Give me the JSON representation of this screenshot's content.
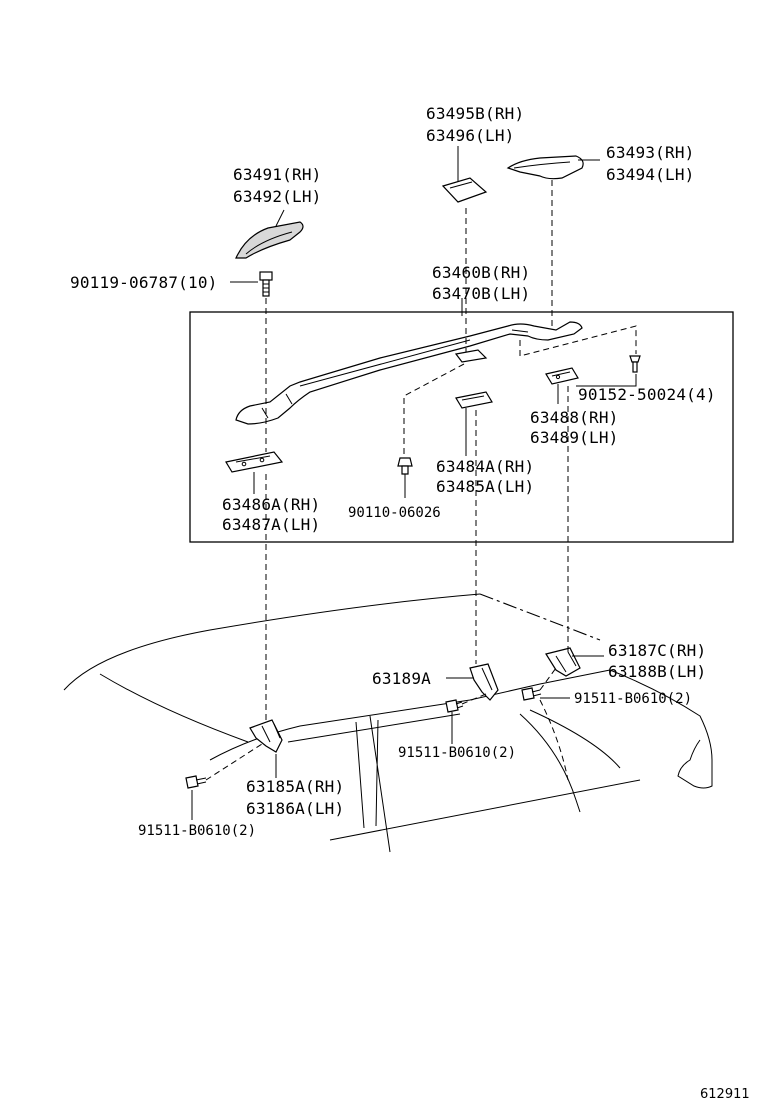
{
  "labels": {
    "p63495B": "63495B(RH)",
    "p63496": "63496(LH)",
    "p63493": "63493(RH)",
    "p63494": "63494(LH)",
    "p63491": "63491(RH)",
    "p63492": "63492(LH)",
    "p90119": "90119-06787(10)",
    "p63460B": "63460B(RH)",
    "p63470B": "63470B(LH)",
    "p90152": "90152-50024(4)",
    "p63488": "63488(RH)",
    "p63489": "63489(LH)",
    "p63484A": "63484A(RH)",
    "p63485A": "63485A(LH)",
    "p63486A": "63486A(RH)",
    "p63487A": "63487A(LH)",
    "p90110": "90110-06026",
    "p63187C": "63187C(RH)",
    "p63188B": "63188B(LH)",
    "p63189A": "63189A",
    "p91511_right": "91511-B0610(2)",
    "p91511_mid": "91511-B0610(2)",
    "p63185A": "63185A(RH)",
    "p63186A": "63186A(LH)",
    "p91511_left": "91511-B0610(2)"
  },
  "reference_number": "612911"
}
